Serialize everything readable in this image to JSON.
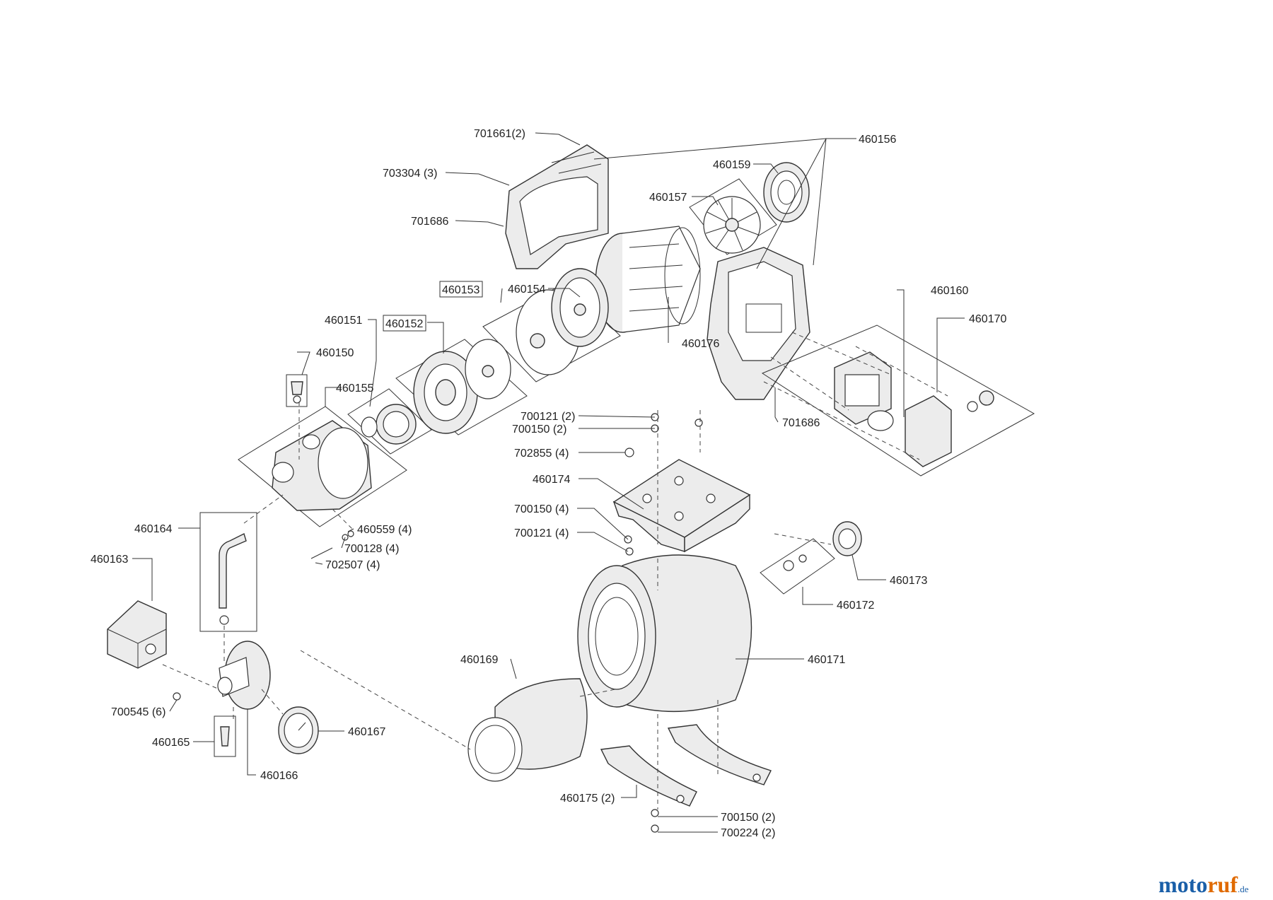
{
  "labels": {
    "p701661": "701661(2)",
    "p703304": "703304 (3)",
    "p701686a": "701686",
    "p460156": "460156",
    "p460159": "460159",
    "p460157": "460157",
    "p460153": "460153",
    "p460154": "460154",
    "p460151": "460151",
    "p460152": "460152",
    "p460160": "460160",
    "p460170": "460170",
    "p460150a": "460150",
    "p460176": "460176",
    "p460155": "460155",
    "p700121a": "700121 (2)",
    "p700150a": "700150 (2)",
    "p701686b": "701686",
    "p702855": "702855 (4)",
    "p460174": "460174",
    "p700150b": "700150 (4)",
    "p700121b": "700121 (4)",
    "p460164": "460164",
    "p460559": "460559 (4)",
    "p700128": "700128 (4)",
    "p702507": "702507 (4)",
    "p460163": "460163",
    "p460173": "460173",
    "p460172": "460172",
    "p460169": "460169",
    "p460171": "460171",
    "p700545": "700545 (6)",
    "p460167": "460167",
    "p460165": "460165",
    "p460166": "460166",
    "p460175": "460175 (2)",
    "p700150c": "700150 (2)",
    "p700224": "700224 (2)"
  },
  "brand": {
    "part1": "moto",
    "part2": "ruf",
    "tld": ".de"
  },
  "colors": {
    "brand_blue": "#1a5fa8",
    "brand_orange": "#e06a00",
    "line": "#333333"
  }
}
